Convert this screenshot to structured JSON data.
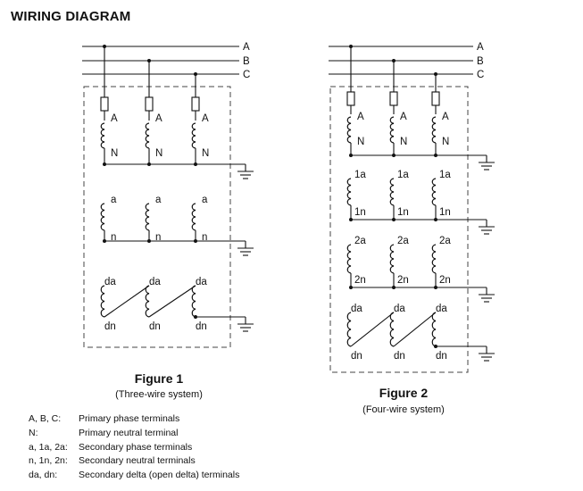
{
  "heading": "WIRING DIAGRAM",
  "phase_labels": [
    "A",
    "B",
    "C"
  ],
  "figure1": {
    "title": "Figure 1",
    "subtitle": "(Three-wire system)",
    "primary_top": "A",
    "primary_bottom": "N",
    "secondary_top": "a",
    "secondary_bottom": "n",
    "delta_top": "da",
    "delta_bottom": "dn"
  },
  "figure2": {
    "title": "Figure 2",
    "subtitle": "(Four-wire system)",
    "primary_top": "A",
    "primary_bottom": "N",
    "sec1_top": "1a",
    "sec1_bottom": "1n",
    "sec2_top": "2a",
    "sec2_bottom": "2n",
    "delta_top": "da",
    "delta_bottom": "dn"
  },
  "legend": [
    {
      "key": "A, B, C:",
      "desc": "Primary phase terminals"
    },
    {
      "key": "N:",
      "desc": "Primary neutral terminal"
    },
    {
      "key": "a, 1a, 2a:",
      "desc": "Secondary phase terminals"
    },
    {
      "key": "n, 1n, 2n:",
      "desc": "Secondary neutral terminals"
    },
    {
      "key": "da, dn:",
      "desc": "Secondary delta (open delta) terminals"
    }
  ]
}
